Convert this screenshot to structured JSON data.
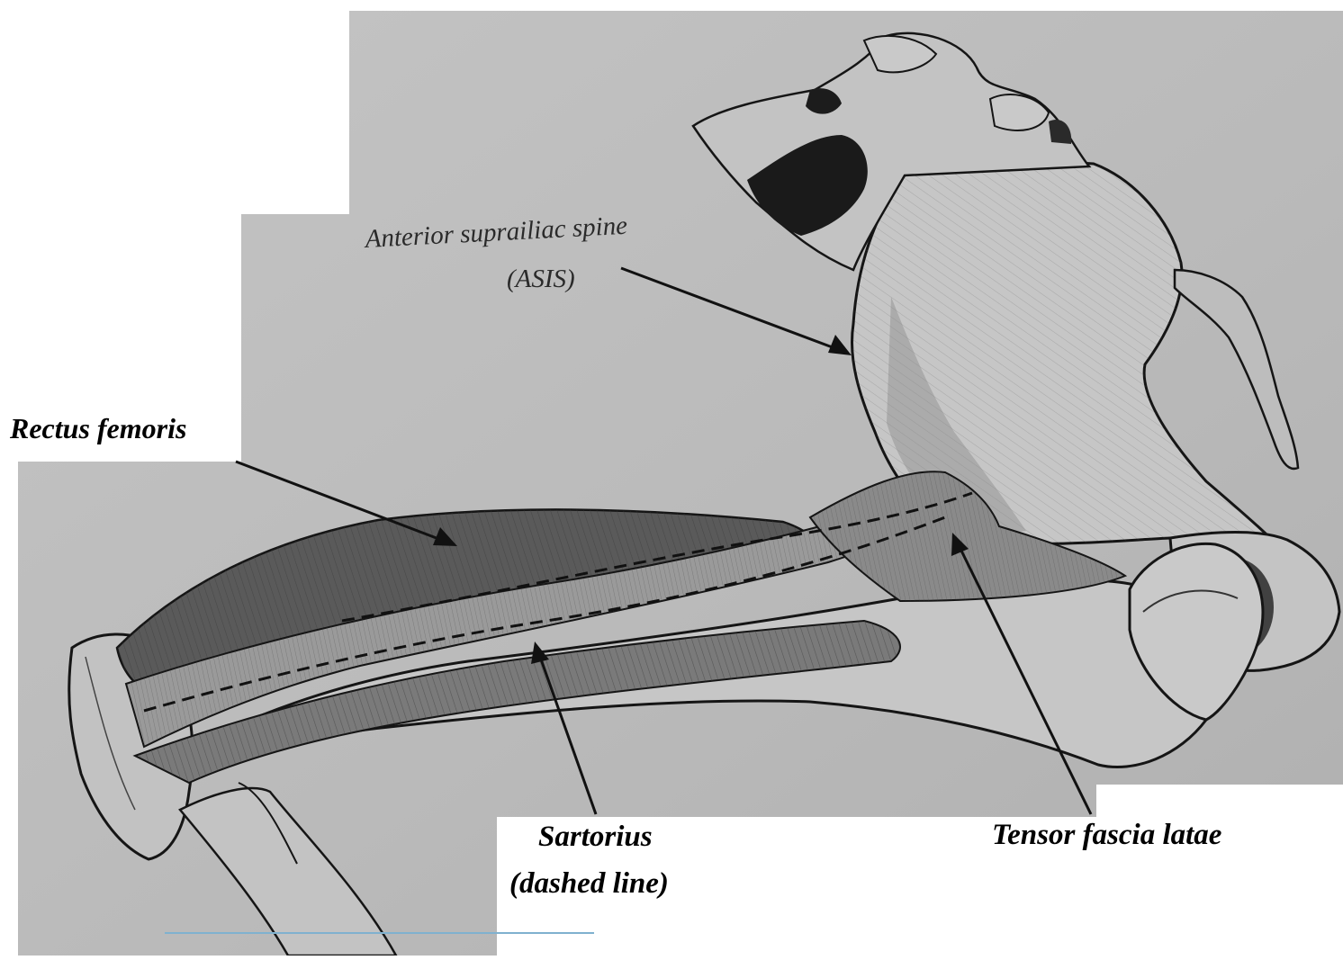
{
  "labels": {
    "asis_line1": "Anterior suprailiac spine",
    "asis_line2": "(ASIS)",
    "rectus_femoris": "Rectus  femoris",
    "sartorius_line1": "Sartorius",
    "sartorius_line2": "(dashed   line)",
    "tensor_fascia_latae": "Tensor  fascia  latae"
  },
  "colors": {
    "paper": "#bcbcbc",
    "paper_shade": "#b1b1b1",
    "ink": "#161616",
    "label_background": "#ffffff",
    "underline": "#7fb1cf"
  }
}
